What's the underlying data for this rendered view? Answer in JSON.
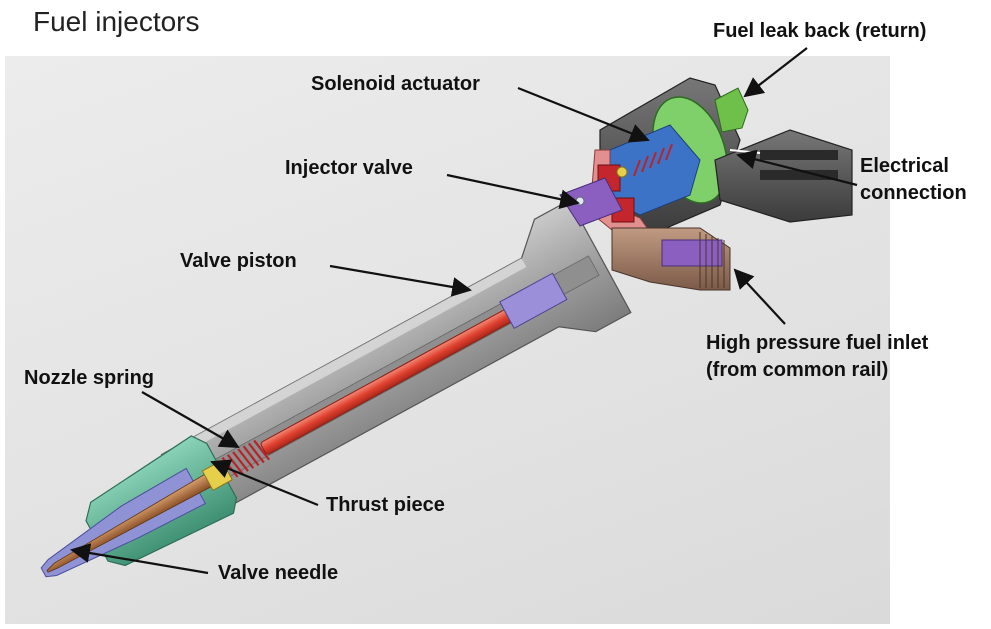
{
  "title": "Fuel injectors",
  "labels": {
    "fuel_leak_back": "Fuel leak back (return)",
    "solenoid_actuator": "Solenoid actuator",
    "electrical_connection": [
      "Electrical",
      "connection"
    ],
    "injector_valve": "Injector valve",
    "valve_piston": "Valve piston",
    "high_pressure_inlet": [
      "High pressure fuel inlet",
      "(from common rail)"
    ],
    "nozzle_spring": "Nozzle spring",
    "thrust_piece": "Thrust piece",
    "valve_needle": "Valve needle"
  },
  "colors": {
    "body_gray": "#a9a9a9",
    "piston_red": "#e0412f",
    "jacket_teal": "#5fb79a",
    "needle_bronze": "#b56d3c",
    "coil_blue": "#3d73c7",
    "inlet_purple": "#8a5fc0"
  }
}
